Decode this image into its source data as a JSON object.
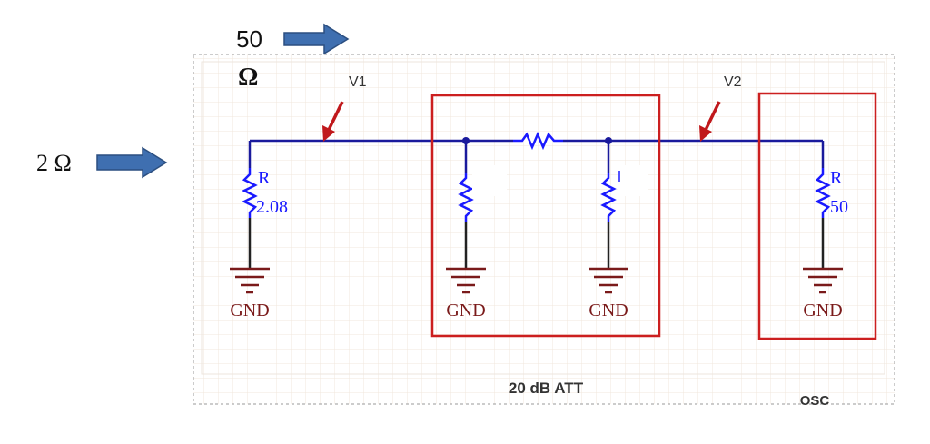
{
  "annotations": {
    "label_50": "50",
    "label_omega_top": "Ω",
    "label_2ohm": "2 Ω"
  },
  "nodes": {
    "v1": "V1",
    "v2": "V2"
  },
  "components": {
    "r_left_designator": "R",
    "r_left_value": "2.08",
    "r_right_designator": "R",
    "r_right_value": "50"
  },
  "grounds": {
    "gnd_1": "GND",
    "gnd_2": "GND",
    "gnd_3": "GND",
    "gnd_4": "GND"
  },
  "blocks": {
    "attenuator": "20 dB ATT",
    "oscilloscope": "OSC"
  },
  "colors": {
    "wire": "#1a1a9c",
    "resistor": "#1a1aff",
    "ground": "#7a1a1a",
    "box": "#cc1f1f",
    "arrow_fill": "#3f6fb0",
    "arrow_stroke": "#2c4f80",
    "pointer": "#c0181b",
    "grid": "#f1e7dc"
  }
}
